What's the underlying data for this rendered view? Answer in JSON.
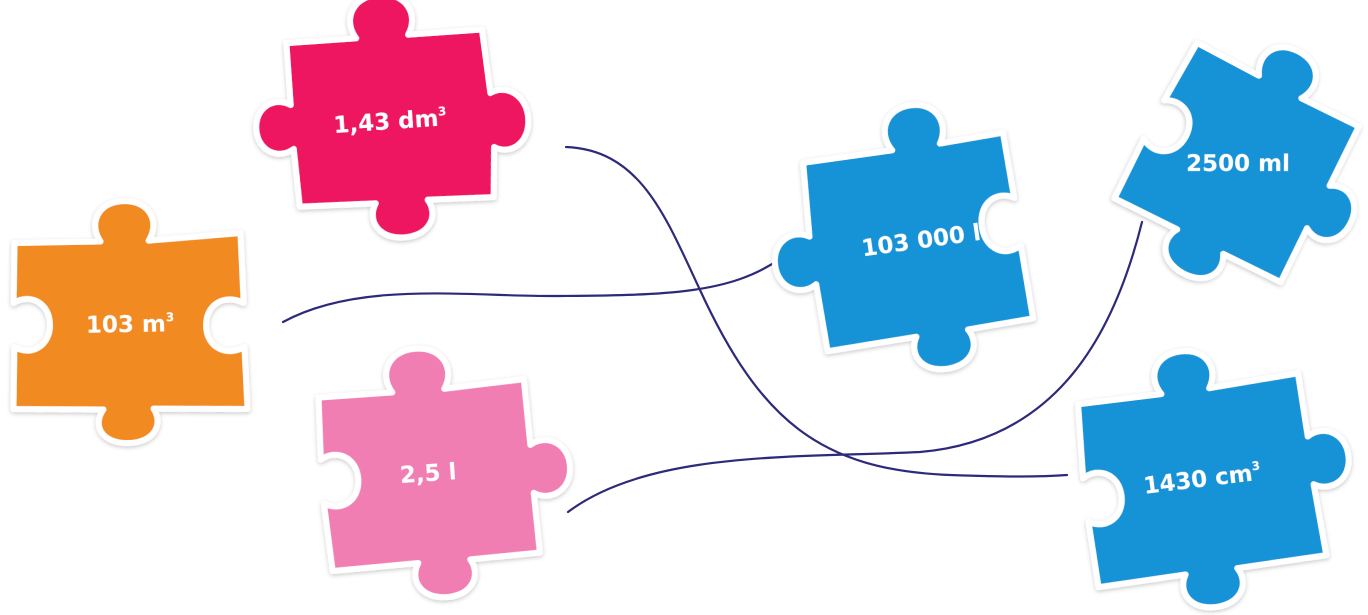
{
  "colors": {
    "background": "#ffffff",
    "line": "#2d2a7a",
    "text": "#ffffff",
    "red": "#ee1460",
    "orange": "#f28a22",
    "pink": "#f07eb2",
    "blue": "#1292d6"
  },
  "pieces": [
    {
      "id": "dm3-1-43",
      "base": "1,43 dm",
      "sup": "3",
      "color": "red"
    },
    {
      "id": "m3-103",
      "base": "103 m",
      "sup": "3",
      "color": "orange"
    },
    {
      "id": "l-2-5",
      "base": "2,5 l",
      "sup": "",
      "color": "pink"
    },
    {
      "id": "l-103000",
      "base": "103 000 l",
      "sup": "",
      "color": "blue"
    },
    {
      "id": "ml-2500",
      "base": "2500 ml",
      "sup": "",
      "color": "blue"
    },
    {
      "id": "cm3-1430",
      "base": "1430 cm",
      "sup": "3",
      "color": "blue"
    }
  ],
  "connections": [
    {
      "from": "dm3-1-43",
      "to": "cm3-1430"
    },
    {
      "from": "m3-103",
      "to": "l-103000"
    },
    {
      "from": "l-2-5",
      "to": "ml-2500"
    }
  ]
}
